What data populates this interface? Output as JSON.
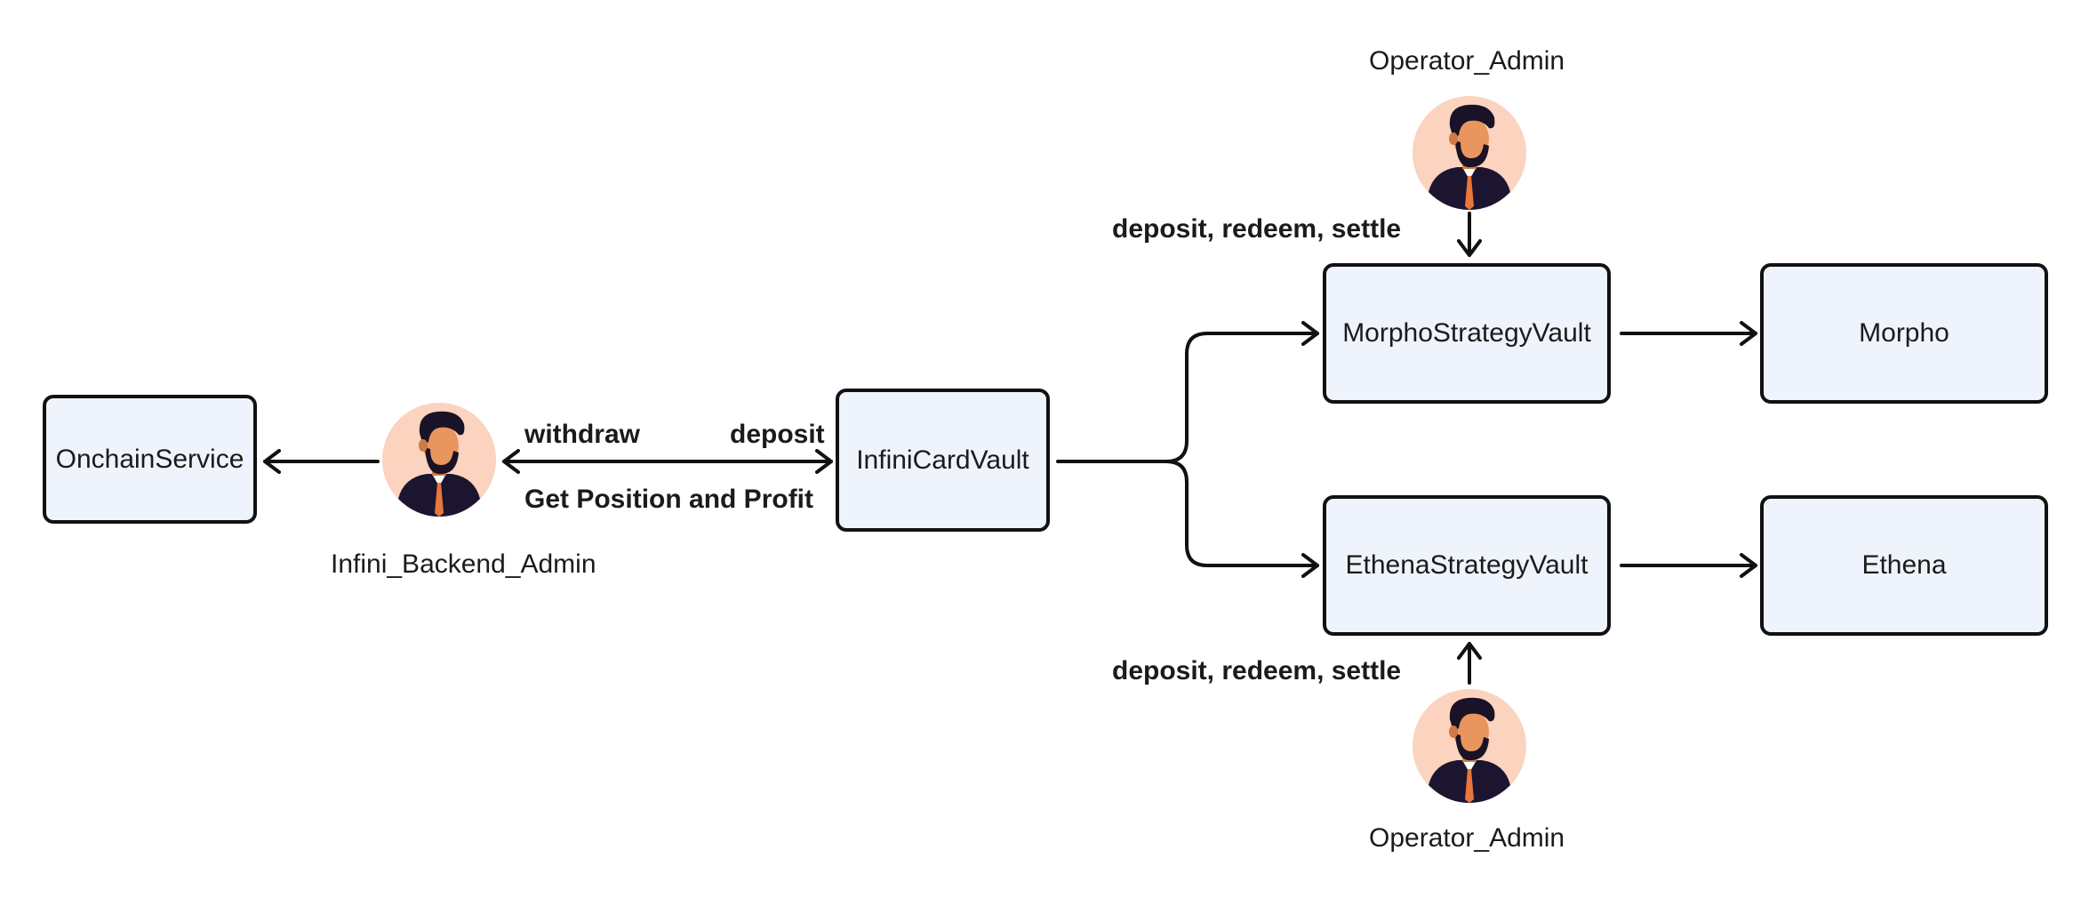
{
  "nodes": {
    "onchain_service": "OnchainService",
    "infini_card_vault": "InfiniCardVault",
    "morpho_strategy_vault": "MorphoStrategyVault",
    "ethena_strategy_vault": "EthenaStrategyVault",
    "morpho": "Morpho",
    "ethena": "Ethena"
  },
  "actors": {
    "backend_admin": "Infini_Backend_Admin",
    "operator_top": "Operator_Admin",
    "operator_bottom": "Operator_Admin"
  },
  "edge_labels": {
    "withdraw": "withdraw",
    "deposit": "deposit",
    "get_position": "Get Position and Profit",
    "operator_top_actions": "deposit, redeem, settle",
    "operator_bottom_actions": "deposit, redeem, settle"
  },
  "colors": {
    "node_fill": "#eef3fc",
    "node_border": "#111111",
    "avatar_bg": "#fbd3bf",
    "skin": "#e8955e",
    "hair": "#1a1226",
    "suit": "#1c1530",
    "tie": "#e8773a"
  }
}
